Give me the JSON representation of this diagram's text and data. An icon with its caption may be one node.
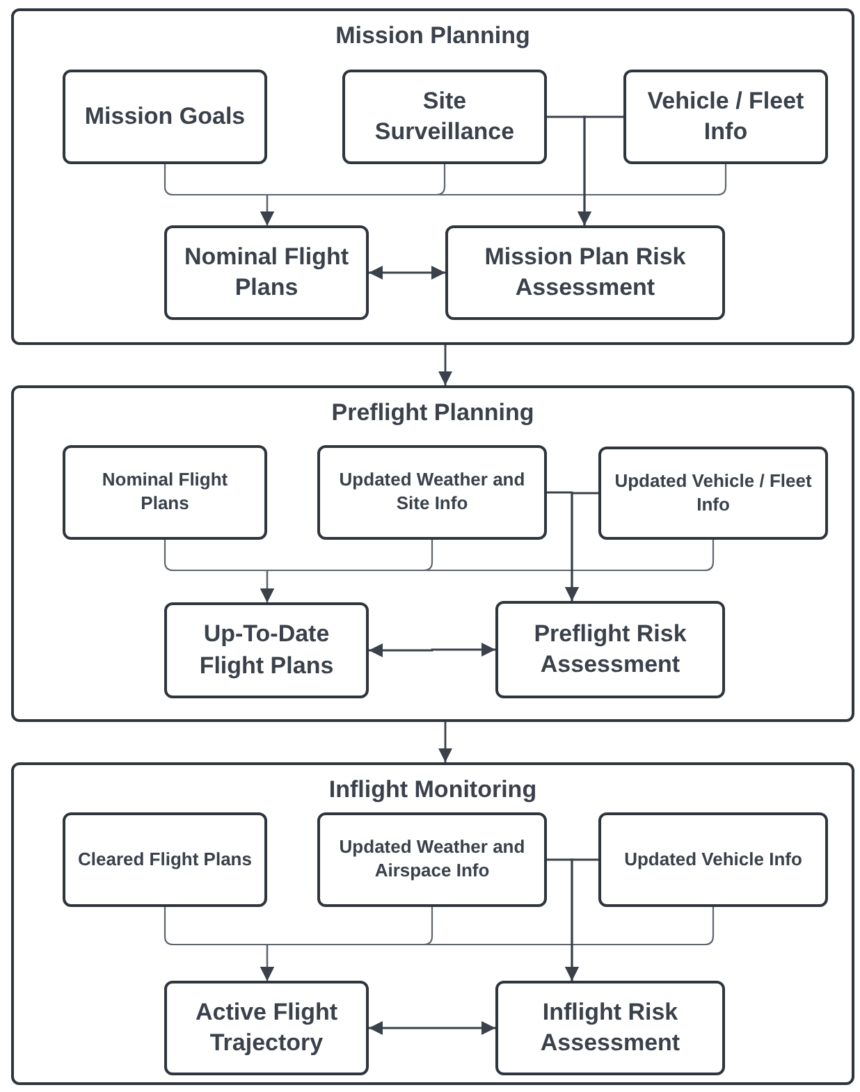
{
  "diagram": {
    "nodes": [
      {
        "text": [
          "Mission Planning"
        ]
      },
      {
        "text": [
          "Mission Goals"
        ],
        "in": 0
      },
      {
        "text": [
          "Site Surveillance"
        ],
        "in": 0
      },
      {
        "text": [
          "Vehicle / Fleet Info"
        ],
        "in": 0
      },
      {
        "text": [
          "Nominal Flight Plans"
        ],
        "in": 0
      },
      {
        "text": [
          "Mission Plan Risk Assessment"
        ],
        "in": 0
      },
      {
        "text": [
          "Preflight Planning"
        ]
      },
      {
        "text": [
          "Nominal Flight Plans"
        ],
        "in": 6
      },
      {
        "text": [
          "Updated Weather and Site Info"
        ],
        "in": 6
      },
      {
        "text": [
          "Updated Vehicle / Fleet Info"
        ],
        "in": 6
      },
      {
        "text": [
          "Up-To-Date Flight Plans"
        ],
        "in": 6
      },
      {
        "text": [
          "Preflight Risk Assessment"
        ],
        "in": 6
      },
      {
        "text": [
          "Inflight Monitoring"
        ]
      },
      {
        "text": [
          "Cleared Flight Plans"
        ],
        "in": 12
      },
      {
        "text": [
          "Updated Weather and Airspace Info"
        ],
        "in": 12
      },
      {
        "text": [
          "Updated Vehicle Info"
        ],
        "in": 12
      },
      {
        "text": [
          "Active Flight Trajectory"
        ],
        "in": 12
      },
      {
        "text": [
          "Inflight Risk Assessment"
        ],
        "in": 12
      }
    ],
    "edges": [
      {
        "from": 1,
        "to": 4,
        "arrow": "to"
      },
      {
        "from": 2,
        "to": 4,
        "arrow": "to"
      },
      {
        "from": 3,
        "to": 4,
        "arrow": "to"
      },
      {
        "from": 2,
        "to": 5,
        "arrow": "to"
      },
      {
        "from": 3,
        "to": 5,
        "arrow": "to"
      },
      {
        "from": 4,
        "to": 5,
        "arrow": "both"
      },
      {
        "from": 7,
        "to": 10,
        "arrow": "to"
      },
      {
        "from": 8,
        "to": 10,
        "arrow": "to"
      },
      {
        "from": 9,
        "to": 10,
        "arrow": "to"
      },
      {
        "from": 8,
        "to": 11,
        "arrow": "to"
      },
      {
        "from": 9,
        "to": 11,
        "arrow": "to"
      },
      {
        "from": 10,
        "to": 11,
        "arrow": "both"
      },
      {
        "from": 13,
        "to": 16,
        "arrow": "to"
      },
      {
        "from": 14,
        "to": 16,
        "arrow": "to"
      },
      {
        "from": 15,
        "to": 16,
        "arrow": "to"
      },
      {
        "from": 14,
        "to": 17,
        "arrow": "to"
      },
      {
        "from": 15,
        "to": 17,
        "arrow": "to"
      },
      {
        "from": 16,
        "to": 17,
        "arrow": "both"
      },
      {
        "from": 0,
        "to": 6,
        "arrow": "to"
      },
      {
        "from": 6,
        "to": 12,
        "arrow": "to"
      }
    ]
  }
}
